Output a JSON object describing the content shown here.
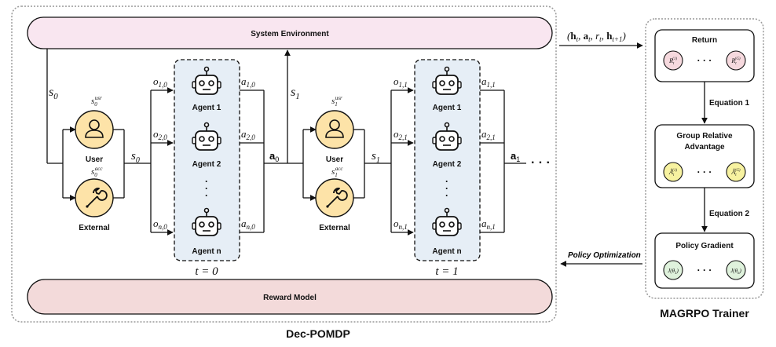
{
  "system_env": "System Environment",
  "reward_model": "Reward Model",
  "dec_pomdp": "Dec-POMDP",
  "trainer": {
    "title": "MAGRPO Trainer",
    "return": "Return",
    "group_relative": [
      "Group Relative",
      "Advantage"
    ],
    "policy_gradient": "Policy Gradient",
    "eq1": "Equation 1",
    "eq2": "Equation 2",
    "policy_opt": "Policy Optimization",
    "dots": "· · ·",
    "return_chips": [
      "R(1)",
      "R(G)"
    ],
    "adv_chips": [
      "Â(1)",
      "Â(G)"
    ],
    "pg_chips": [
      "J(θ1)",
      "J(θn)"
    ]
  },
  "transition": "(ht, at, rt, ht+1)",
  "steps": [
    {
      "time": "t = 0",
      "state": "s0",
      "state_top": "s0",
      "user_state": "s0usr",
      "ext_state": "s0acc",
      "user": "User",
      "external": "External",
      "agents": [
        "Agent 1",
        "Agent 2",
        "Agent n"
      ],
      "obs": [
        "o1,0",
        "o2,0",
        "on,0"
      ],
      "acts": [
        "a1,0",
        "a2,0",
        "an,0"
      ],
      "joint": "a0"
    },
    {
      "time": "t = 1",
      "state": "s1",
      "state_top": "s1",
      "user_state": "s1usr",
      "ext_state": "s1acc",
      "user": "User",
      "external": "External",
      "agents": [
        "Agent 1",
        "Agent 2",
        "Agent n"
      ],
      "obs": [
        "o1,1",
        "o2,1",
        "on,1"
      ],
      "acts": [
        "a1,1",
        "a2,1",
        "an,1"
      ],
      "joint": "a1"
    }
  ],
  "ellipsis": "· · ·",
  "colors": {
    "env_fill": "#f9e6f0",
    "reward_fill": "#f3dada",
    "agent_panel": "#e6eef6",
    "user_fill": "#fde3a8",
    "return_chip": "#f6d9de",
    "adv_chip": "#f7f2a0",
    "pg_chip": "#dff2dc"
  }
}
